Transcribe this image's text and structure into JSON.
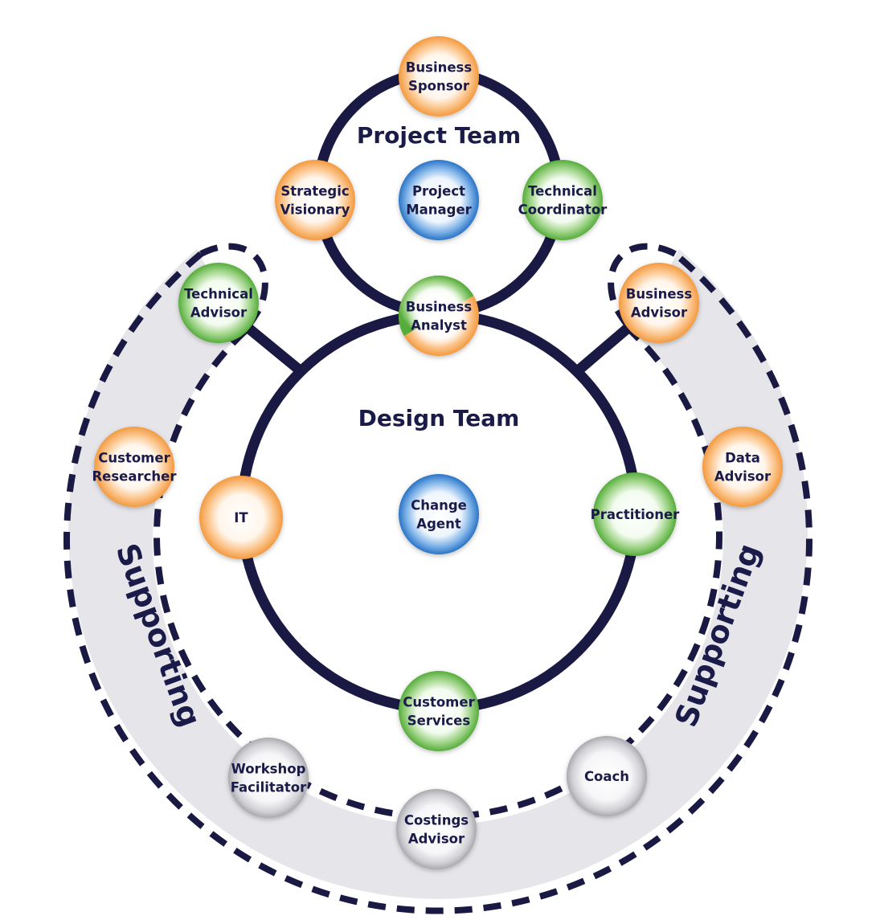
{
  "diagram": {
    "project_team_label": "Project Team",
    "design_team_label": "Design Team",
    "supporting_left_label": "Supporting",
    "supporting_right_label": "Supporting"
  },
  "colors": {
    "ring": "#191944",
    "orange": "#f7a24c",
    "green": "#5fb346",
    "blue": "#2f7fd0",
    "grey": "#c8c8cc",
    "band": "#e6e6ea"
  },
  "nodes": [
    {
      "id": "business-sponsor",
      "lines": [
        "Business",
        "Sponsor"
      ],
      "color": "orange"
    },
    {
      "id": "strategic-visionary",
      "lines": [
        "Strategic",
        "Visionary"
      ],
      "color": "orange"
    },
    {
      "id": "project-manager",
      "lines": [
        "Project",
        "Manager"
      ],
      "color": "blue"
    },
    {
      "id": "technical-coordinator",
      "lines": [
        "Technical",
        "Coordinator"
      ],
      "color": "green"
    },
    {
      "id": "business-analyst",
      "lines": [
        "Business",
        "Analyst"
      ],
      "color": "split"
    },
    {
      "id": "technical-advisor",
      "lines": [
        "Technical",
        "Advisor"
      ],
      "color": "green"
    },
    {
      "id": "business-advisor",
      "lines": [
        "Business",
        "Advisor"
      ],
      "color": "orange"
    },
    {
      "id": "customer-researcher",
      "lines": [
        "Customer",
        "Researcher"
      ],
      "color": "orange"
    },
    {
      "id": "data-advisor",
      "lines": [
        "Data",
        "Advisor"
      ],
      "color": "orange"
    },
    {
      "id": "it",
      "lines": [
        "IT"
      ],
      "color": "orange"
    },
    {
      "id": "change-agent",
      "lines": [
        "Change",
        "Agent"
      ],
      "color": "blue"
    },
    {
      "id": "practitioner",
      "lines": [
        "Practitioner"
      ],
      "color": "green"
    },
    {
      "id": "customer-services",
      "lines": [
        "Customer",
        "Services"
      ],
      "color": "green"
    },
    {
      "id": "workshop-facilitator",
      "lines": [
        "Workshop",
        "Facilitator"
      ],
      "color": "grey"
    },
    {
      "id": "coach",
      "lines": [
        "Coach"
      ],
      "color": "grey"
    },
    {
      "id": "costings-advisor",
      "lines": [
        "Costings",
        "Advisor"
      ],
      "color": "grey"
    }
  ]
}
